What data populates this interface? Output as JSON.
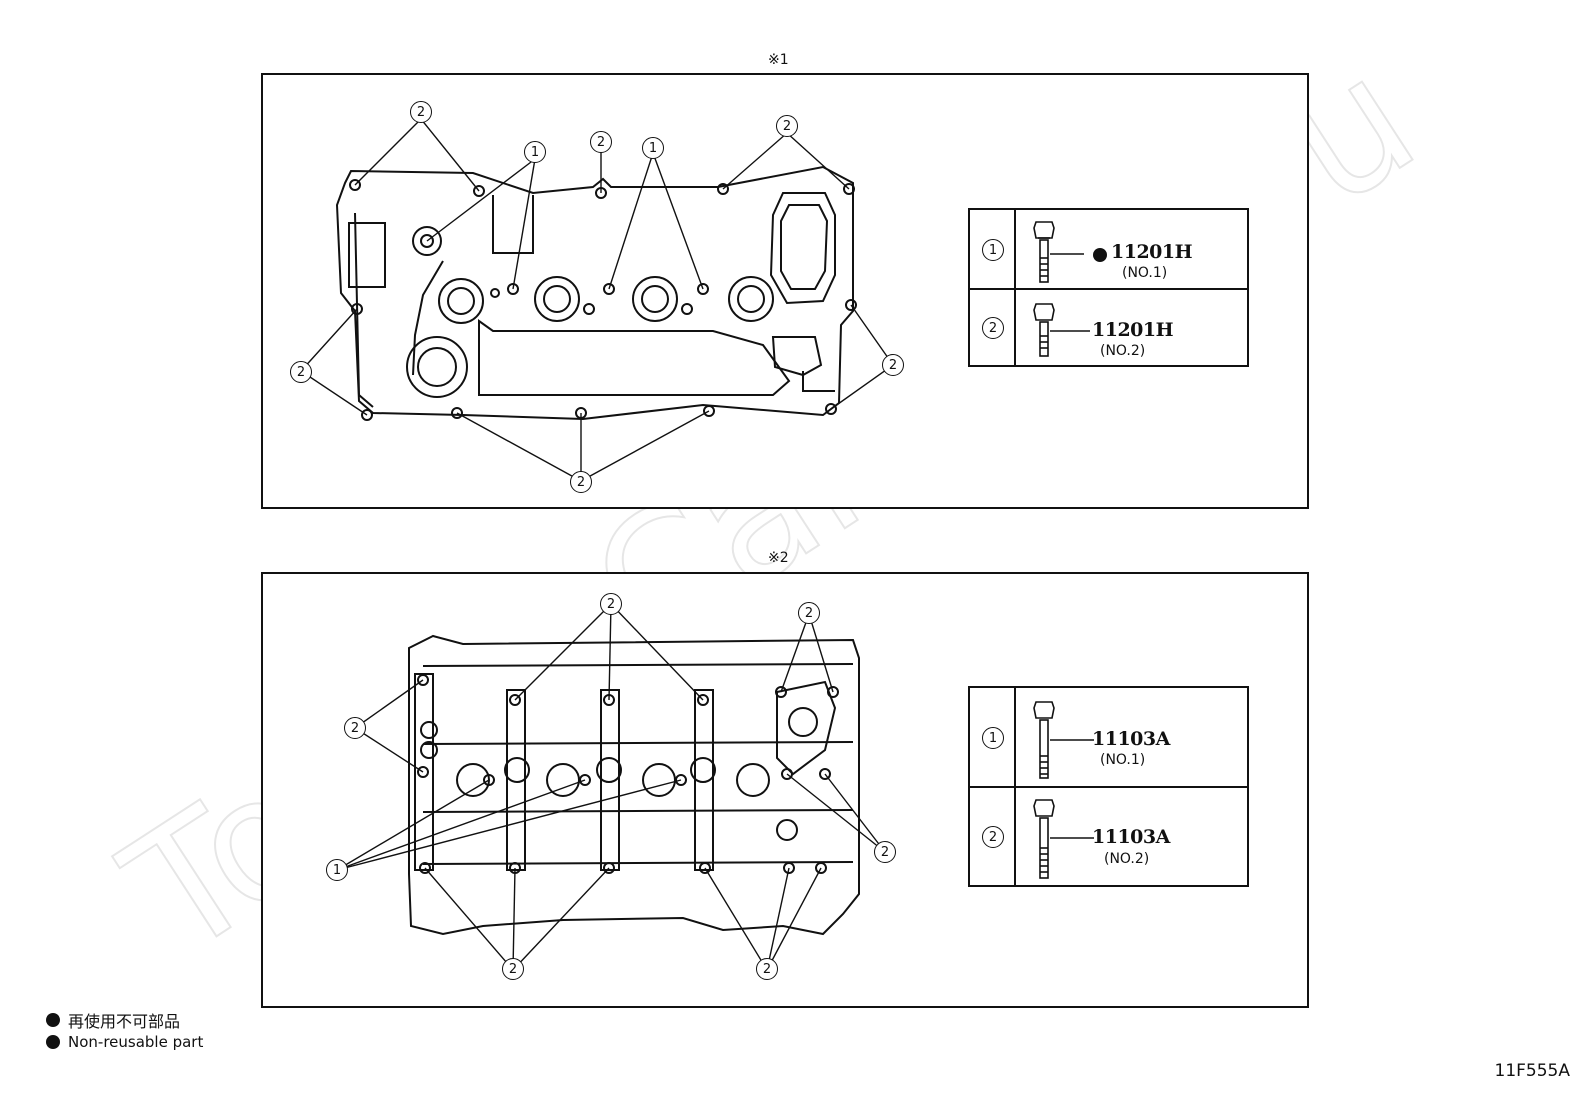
{
  "watermark": "ToyotaCarMine.ru",
  "panels": [
    {
      "label": "※1",
      "parts": [
        {
          "index": "1",
          "part_no": "11201H",
          "spec": "(NO.1)",
          "non_reusable": true
        },
        {
          "index": "2",
          "part_no": "11201H",
          "spec": "(NO.2)",
          "non_reusable": false
        }
      ],
      "callouts": [
        "2",
        "1",
        "2",
        "1",
        "2",
        "2",
        "2",
        "2"
      ]
    },
    {
      "label": "※2",
      "parts": [
        {
          "index": "1",
          "part_no": "11103A",
          "spec": "(NO.1)",
          "non_reusable": false
        },
        {
          "index": "2",
          "part_no": "11103A",
          "spec": "(NO.2)",
          "non_reusable": false
        }
      ],
      "callouts": [
        "2",
        "2",
        "2",
        "1",
        "2",
        "2",
        "2"
      ]
    }
  ],
  "legend": {
    "jp": "再使用不可部品",
    "en": "Non-reusable part"
  },
  "figure_code": "11F555A"
}
